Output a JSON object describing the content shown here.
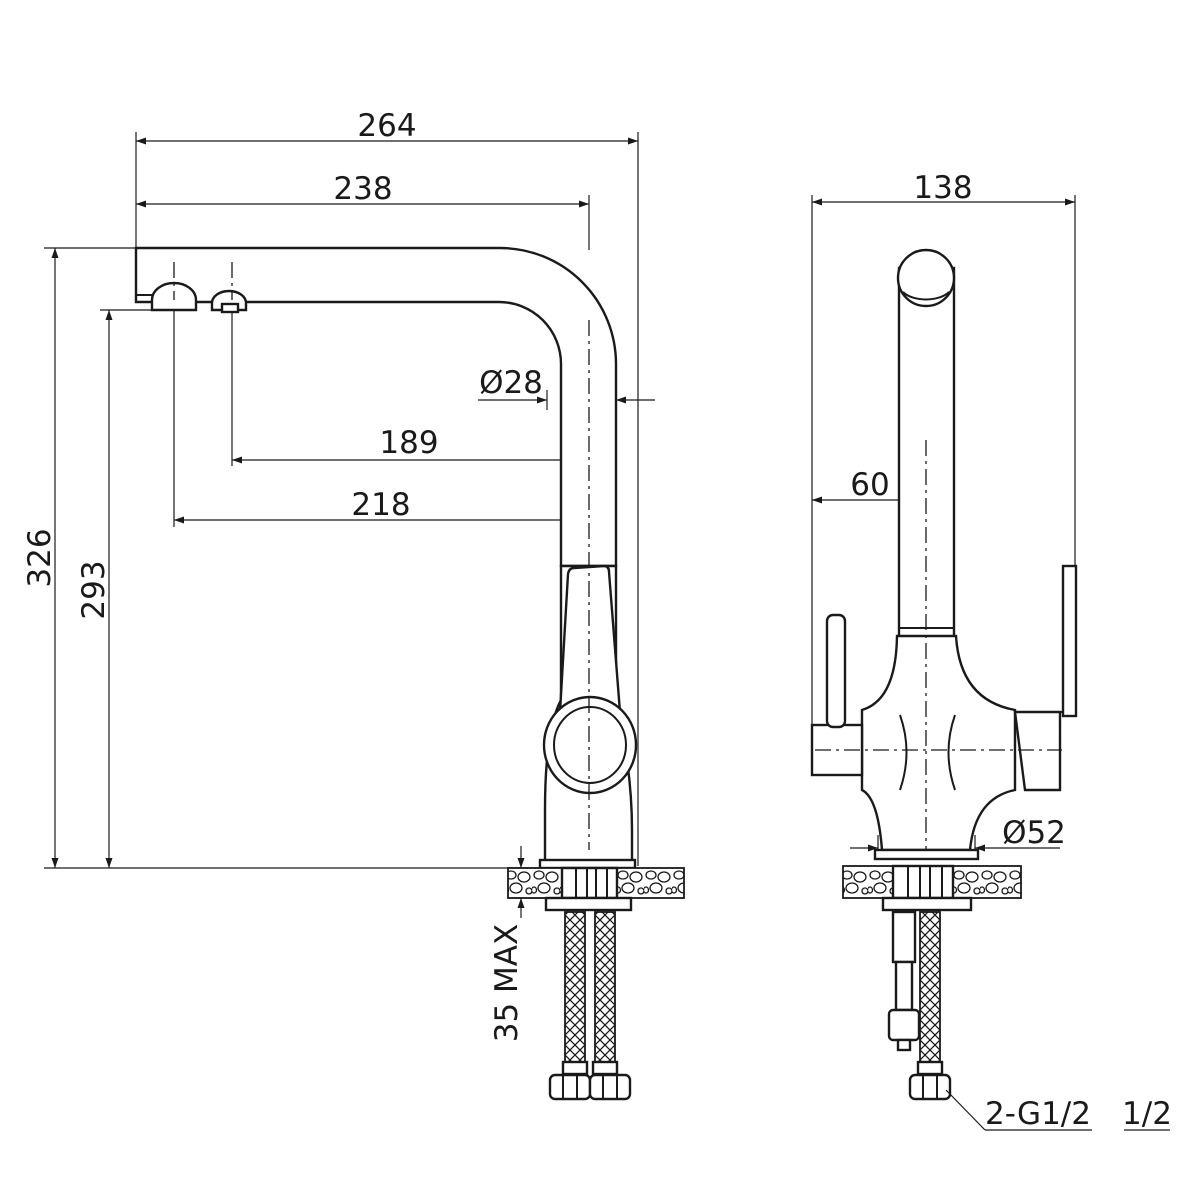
{
  "dimensions": {
    "width_264": "264",
    "width_238": "238",
    "diameter_28": "Ø28",
    "reach_189": "189",
    "reach_218": "218",
    "height_326": "326",
    "height_293": "293",
    "mount_35_max": "35 MAX",
    "width_138": "138",
    "offset_60": "60",
    "diameter_52": "Ø52",
    "thread_label": "2-G1/2",
    "scale_label": "1/2"
  }
}
